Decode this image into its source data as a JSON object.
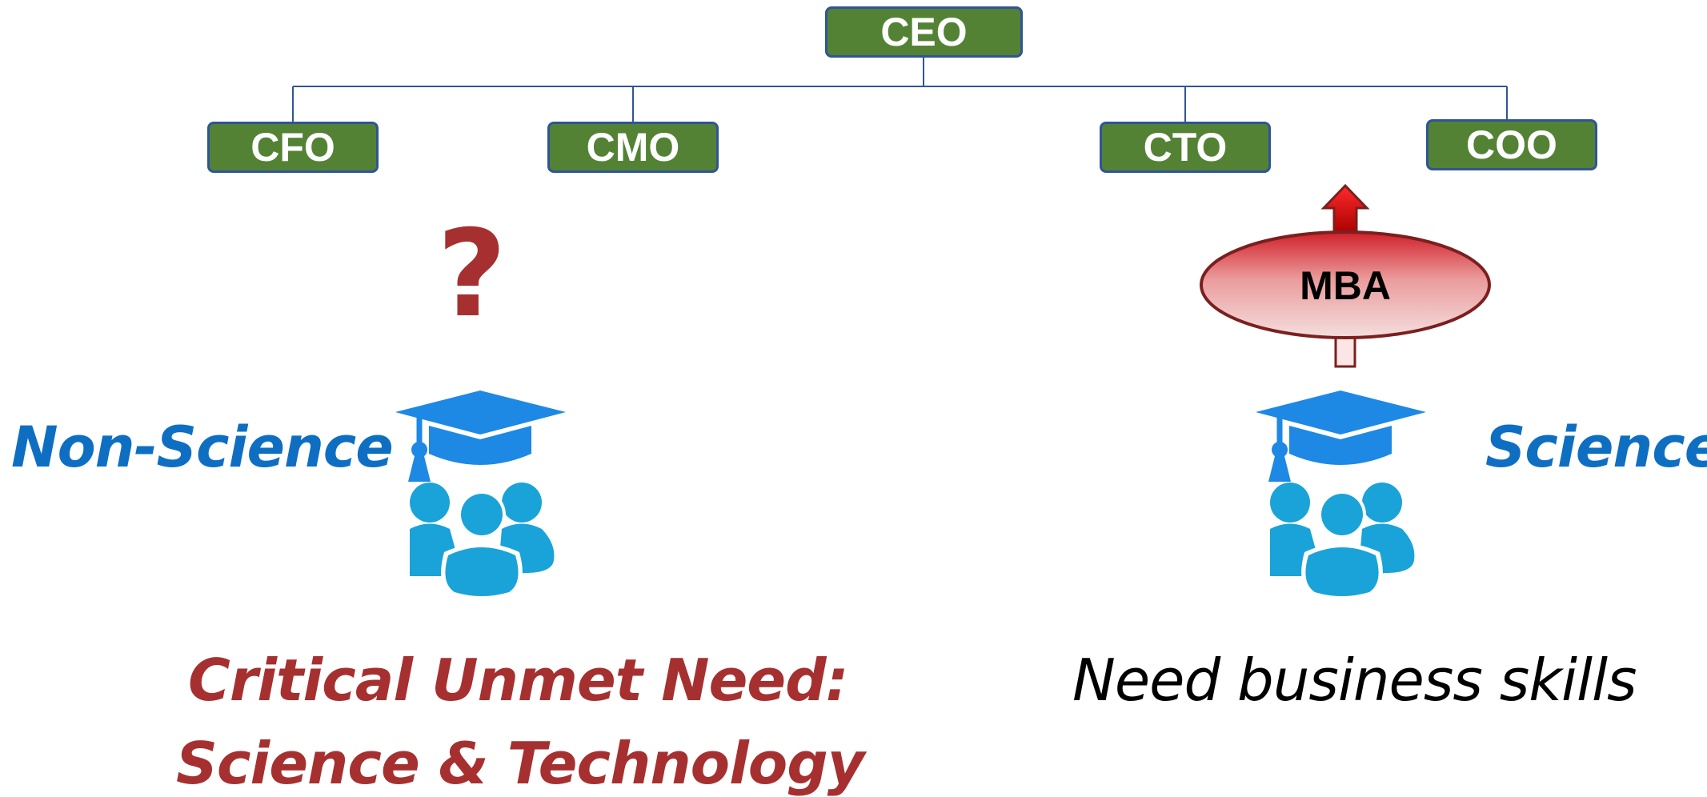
{
  "org": {
    "ceo": "CEO",
    "cfo": "CFO",
    "cmo": "CMO",
    "cto": "CTO",
    "coo": "COO"
  },
  "mba": "MBA",
  "question_mark": "?",
  "left": {
    "label": "Non-Science",
    "need_line1": "Critical Unmet Need:",
    "need_line2": "Science & Technology"
  },
  "right": {
    "label": "Science",
    "need": "Need business skills"
  },
  "icons": [
    "graduate-group-icon",
    "graduate-group-icon",
    "up-arrow-icon"
  ],
  "colors": {
    "box_fill": "#548235",
    "box_border": "#2f5597",
    "label_blue": "#0e6fc2",
    "need_red": "#a63030",
    "icon_blue": "#1aa3d9",
    "cap_blue": "#1e88e5"
  }
}
